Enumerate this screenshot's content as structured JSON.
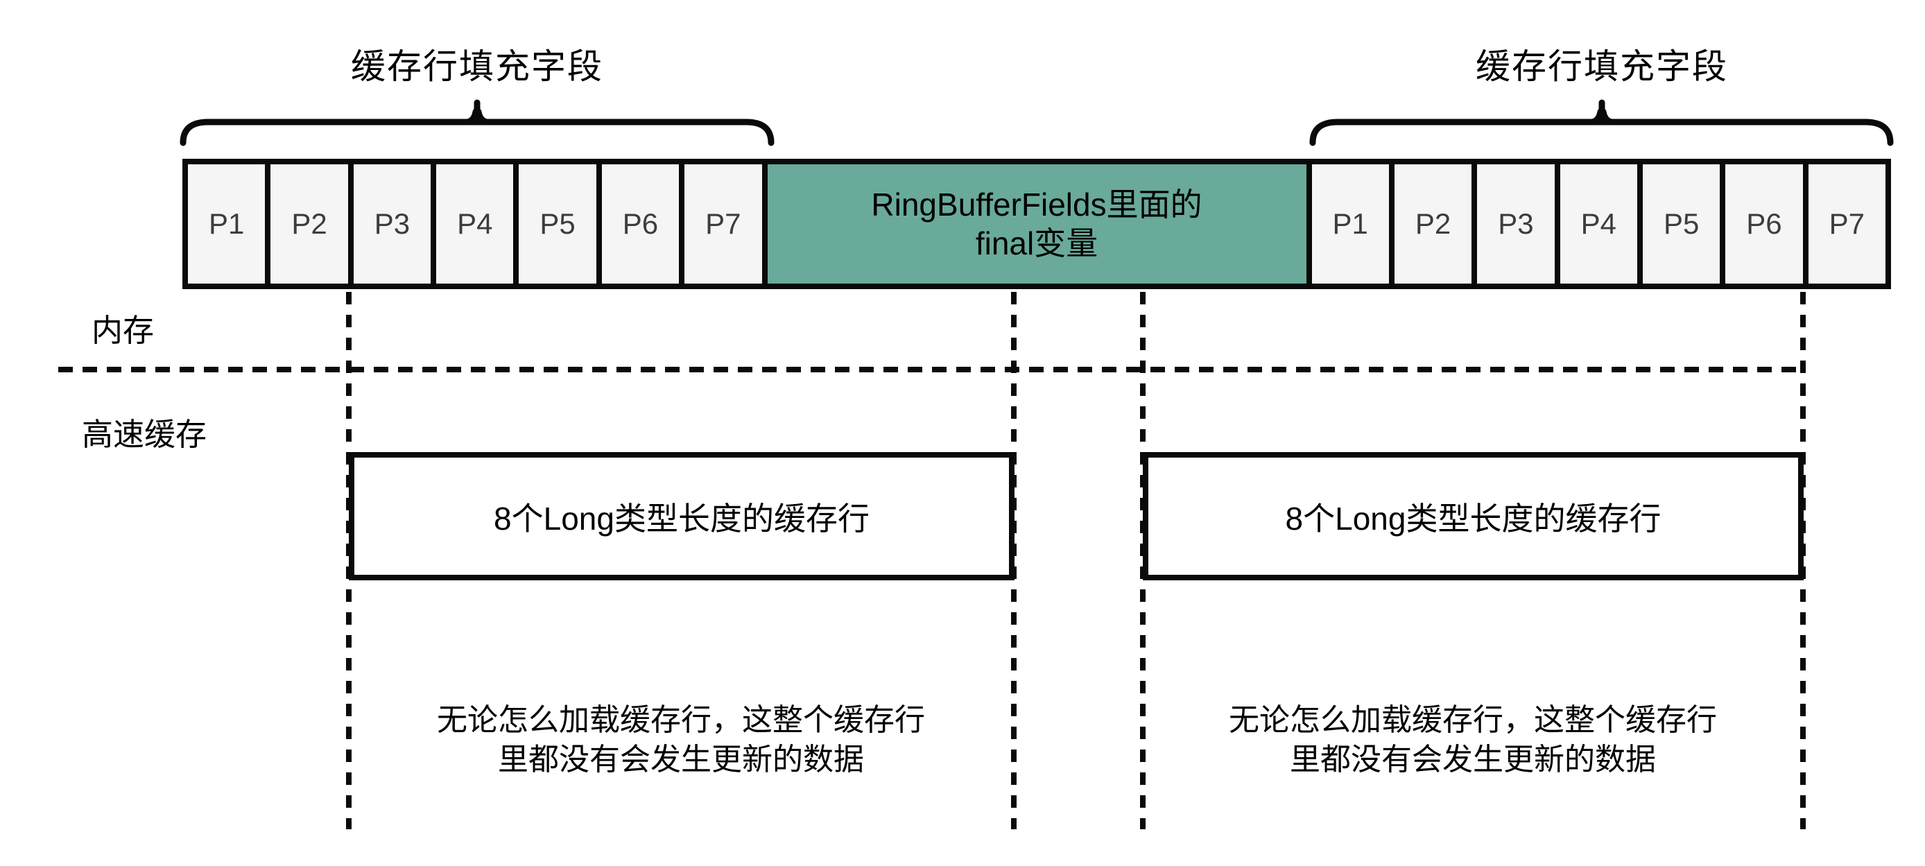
{
  "colors": {
    "stroke": "#0a0a0a",
    "cell_bg": "#f5f5f5",
    "green": "#69aa9a",
    "p_label": "#3d3d3d",
    "page_bg": "#ffffff"
  },
  "braces": {
    "left_label": "缓存行填充字段",
    "right_label": "缓存行填充字段"
  },
  "memory_row": {
    "left_cells": [
      "P1",
      "P2",
      "P3",
      "P4",
      "P5",
      "P6",
      "P7"
    ],
    "center_label_line1": "RingBufferFields里面的",
    "center_label_line2": "final变量",
    "right_cells": [
      "P1",
      "P2",
      "P3",
      "P4",
      "P5",
      "P6",
      "P7"
    ]
  },
  "section_labels": {
    "memory": "内存",
    "cache": "高速缓存"
  },
  "cache_lines": {
    "left_box_label": "8个Long类型长度的缓存行",
    "right_box_label": "8个Long类型长度的缓存行"
  },
  "notes": {
    "left_line1": "无论怎么加载缓存行，这整个缓存行",
    "left_line2": "里都没有会发生更新的数据",
    "right_line1": "无论怎么加载缓存行，这整个缓存行",
    "right_line2": "里都没有会发生更新的数据"
  }
}
